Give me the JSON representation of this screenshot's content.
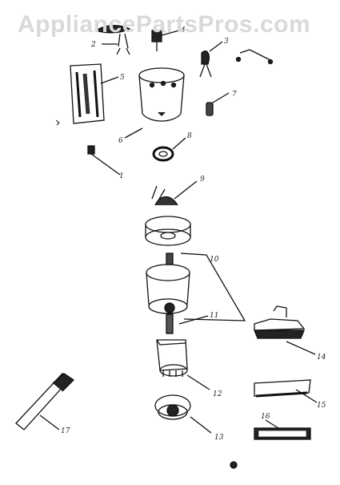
{
  "watermark": "AppliancePartsPros.com",
  "parts": [
    {
      "id": "part-1",
      "label": "1"
    },
    {
      "id": "part-2",
      "label": "2"
    },
    {
      "id": "part-3",
      "label": "3"
    },
    {
      "id": "part-4",
      "label": "4"
    },
    {
      "id": "part-5",
      "label": "5"
    },
    {
      "id": "part-6",
      "label": "6"
    },
    {
      "id": "part-7",
      "label": "7"
    },
    {
      "id": "part-8",
      "label": "8"
    },
    {
      "id": "part-9",
      "label": "9"
    },
    {
      "id": "part-10",
      "label": "10"
    },
    {
      "id": "part-11",
      "label": "11"
    },
    {
      "id": "part-12",
      "label": "12"
    },
    {
      "id": "part-13",
      "label": "13"
    },
    {
      "id": "part-14",
      "label": "14"
    },
    {
      "id": "part-15",
      "label": "15"
    },
    {
      "id": "part-16",
      "label": "16"
    },
    {
      "id": "part-17",
      "label": "17"
    }
  ]
}
